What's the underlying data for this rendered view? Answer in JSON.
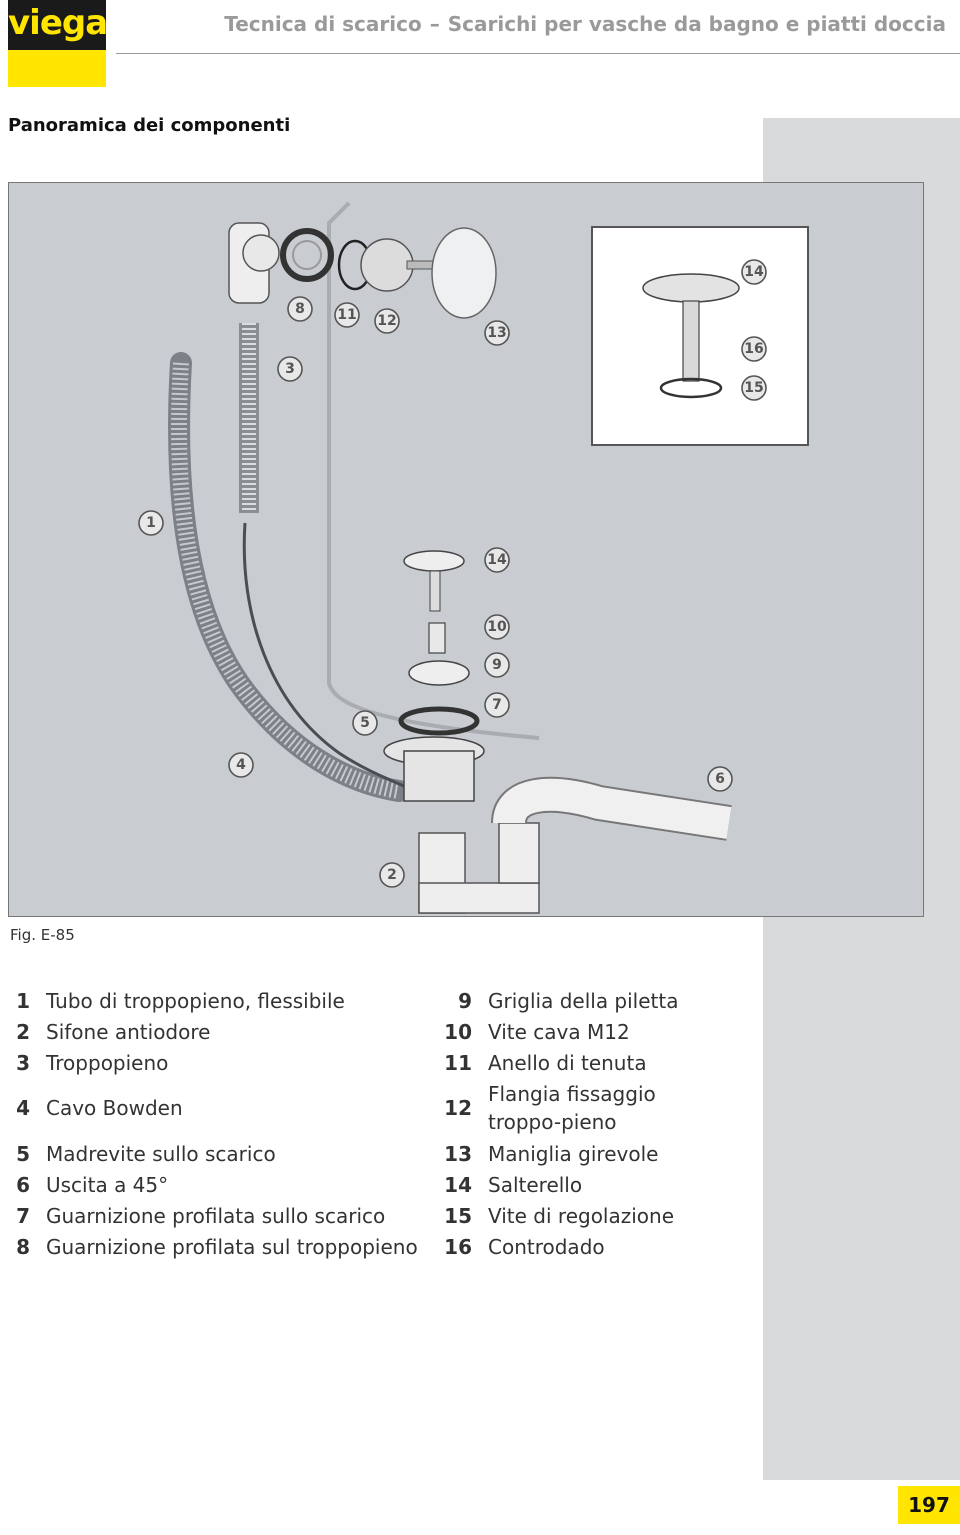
{
  "brand": {
    "logo_text": "viega"
  },
  "header": {
    "part1": "Tecnica di scarico",
    "separator": "–",
    "part2": "Scarichi per vasche da bagno e piatti doccia"
  },
  "section_title": "Panoramica dei componenti",
  "figure": {
    "caption": "Fig. E-85",
    "callouts": [
      "1",
      "2",
      "3",
      "4",
      "5",
      "6",
      "7",
      "8",
      "9",
      "10",
      "11",
      "12",
      "13",
      "14",
      "14",
      "15",
      "16"
    ]
  },
  "legend_left": [
    {
      "num": "1",
      "text": "Tubo di troppopieno, flessibile"
    },
    {
      "num": "2",
      "text": "Sifone antiodore"
    },
    {
      "num": "3",
      "text": "Troppopieno"
    },
    {
      "num": "4",
      "text": "Cavo Bowden"
    },
    {
      "num": "5",
      "text": "Madrevite sullo scarico"
    },
    {
      "num": "6",
      "text": "Uscita a 45°"
    },
    {
      "num": "7",
      "text": "Guarnizione profilata sullo scarico"
    },
    {
      "num": "8",
      "text": "Guarnizione profilata sul troppopieno"
    }
  ],
  "legend_right": [
    {
      "num": "9",
      "text": "Griglia della piletta"
    },
    {
      "num": "10",
      "text": "Vite cava M12"
    },
    {
      "num": "11",
      "text": "Anello di tenuta"
    },
    {
      "num": "12",
      "text": "Flangia fissaggio troppo-pieno"
    },
    {
      "num": "13",
      "text": "Maniglia girevole"
    },
    {
      "num": "14",
      "text": "Salterello"
    },
    {
      "num": "15",
      "text": "Vite di regolazione"
    },
    {
      "num": "16",
      "text": "Controdado"
    }
  ],
  "page_number": "197",
  "colors": {
    "brand_yellow": "#ffe500",
    "figure_bg": "#c9cdd2",
    "side_band": "#d8dadb"
  }
}
